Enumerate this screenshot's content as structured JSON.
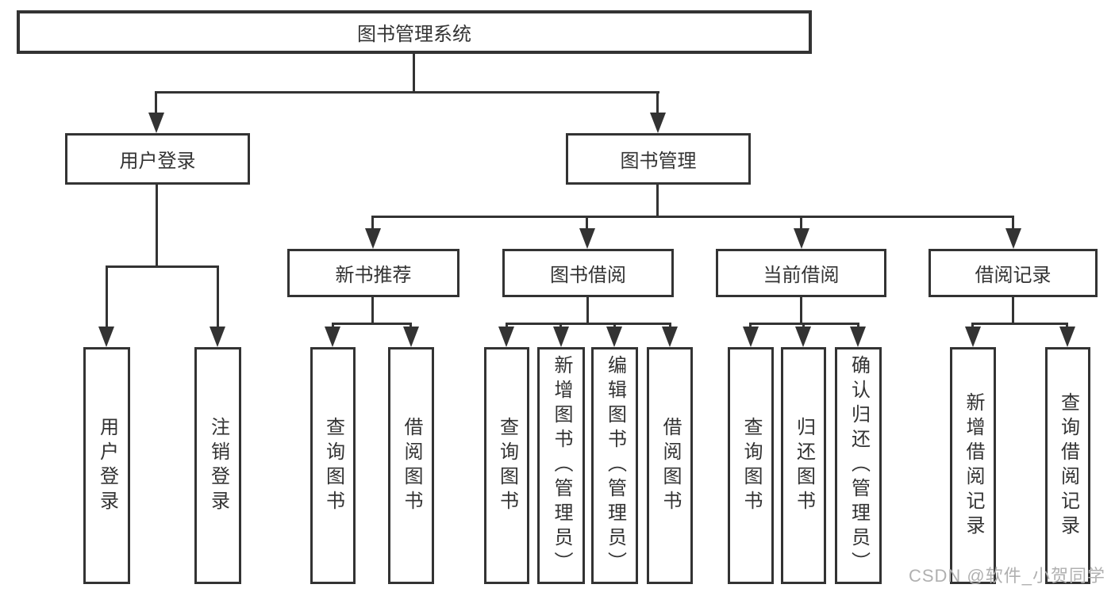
{
  "nodes": {
    "root": "图书管理系统",
    "user_login": "用户登录",
    "book_mgmt": "图书管理",
    "new_book_rec": "新书推荐",
    "book_borrow": "图书借阅",
    "current_borrow": "当前借阅",
    "borrow_records": "借阅记录",
    "leaf_user_login": "用户登录",
    "leaf_logout": "注销登录",
    "rec_query_books": "查询图书",
    "rec_borrow_books": "借阅图书",
    "bb_query_books": "查询图书",
    "bb_add_books": "新增图书（管理员）",
    "bb_edit_books": "编辑图书（管理员）",
    "bb_borrow_books": "借阅图书",
    "cb_query_books": "查询图书",
    "cb_return_books": "归还图书",
    "cb_confirm_return": "确认归还（管理员）",
    "br_add_record": "新增借阅记录",
    "br_query_record": "查询借阅记录"
  },
  "watermark": "CSDN @软件_小贺同学",
  "colors": {
    "line": "#333333",
    "box_background": "#ffffff",
    "text": "#333333",
    "watermark": "#b0b0b0"
  }
}
